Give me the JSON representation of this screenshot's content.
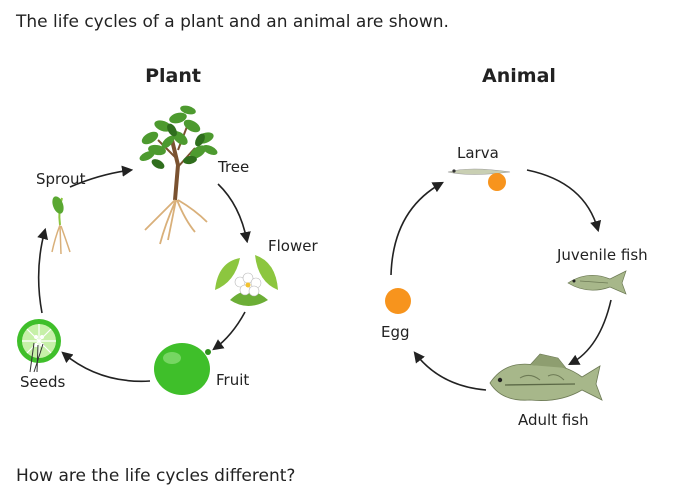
{
  "intro_text": "The life cycles of a plant and an animal are shown.",
  "question_text": "How are the life cycles different?",
  "plant": {
    "title": "Plant",
    "stages": [
      "Tree",
      "Flower",
      "Fruit",
      "Seeds",
      "Sprout"
    ]
  },
  "animal": {
    "title": "Animal",
    "stages": [
      "Larva",
      "Juvenile fish",
      "Adult fish",
      "Egg"
    ]
  },
  "colors": {
    "text": "#222222",
    "arrow": "#222222",
    "egg": "#f7941d",
    "lime": "#3fbf2a",
    "leaf": "#5aa832",
    "trunk": "#7a5230",
    "fish": "#a7b78a"
  }
}
